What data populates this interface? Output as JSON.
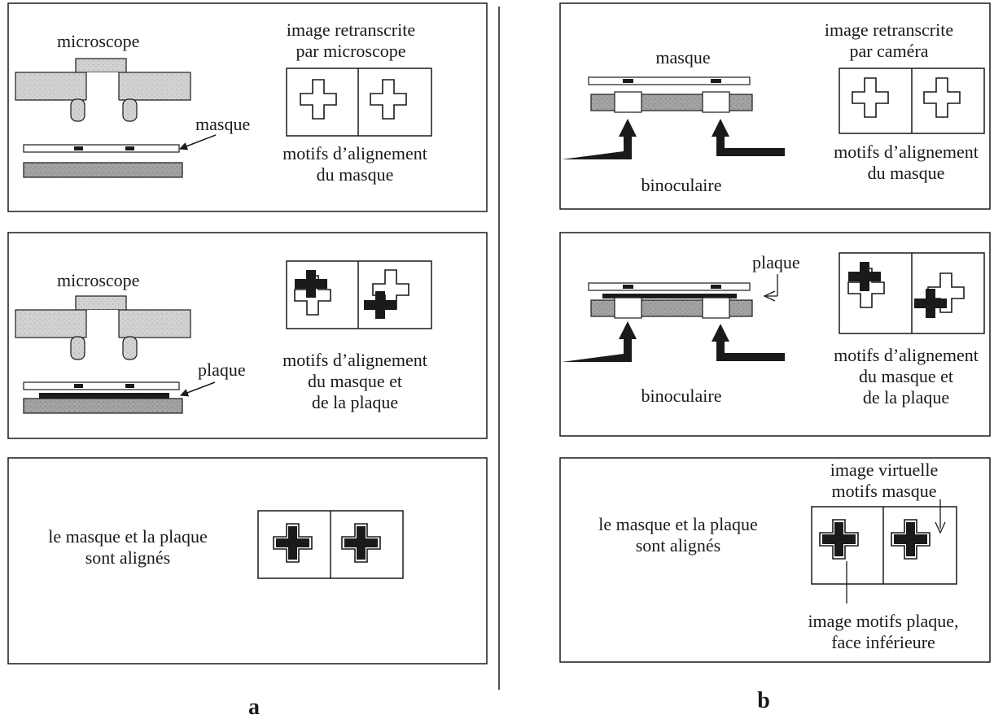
{
  "colors": {
    "ink": "#1a1a1a",
    "gray_block": "#cfcfcf",
    "gray_stage": "#9a9a9a",
    "mark_dark": "#222222"
  },
  "panel_a": {
    "label": "a",
    "step1": {
      "microscope": "microscope",
      "masque": "masque",
      "image_line1": "image retranscrite",
      "image_line2": "par microscope",
      "motifs_line1": "motifs d’alignement",
      "motifs_line2": "du masque"
    },
    "step2": {
      "microscope": "microscope",
      "plaque": "plaque",
      "motifs_line1": "motifs d’alignement",
      "motifs_line2": "du masque et",
      "motifs_line3": "de la plaque"
    },
    "step3": {
      "text_line1": "le masque et la plaque",
      "text_line2": "sont alignés"
    }
  },
  "panel_b": {
    "label": "b",
    "step1": {
      "masque": "masque",
      "binoculaire": "binoculaire",
      "image_line1": "image retranscrite",
      "image_line2": "par caméra",
      "motifs_line1": "motifs d’alignement",
      "motifs_line2": "du masque"
    },
    "step2": {
      "plaque": "plaque",
      "binoculaire": "binoculaire",
      "motifs_line1": "motifs d’alignement",
      "motifs_line2": "du masque et",
      "motifs_line3": "de la plaque"
    },
    "step3": {
      "text_line1": "le masque et la plaque",
      "text_line2": "sont alignés",
      "virtual_line1": "image virtuelle",
      "virtual_line2": "motifs masque",
      "plate_line1": "image motifs plaque,",
      "plate_line2": "face inférieure"
    }
  }
}
